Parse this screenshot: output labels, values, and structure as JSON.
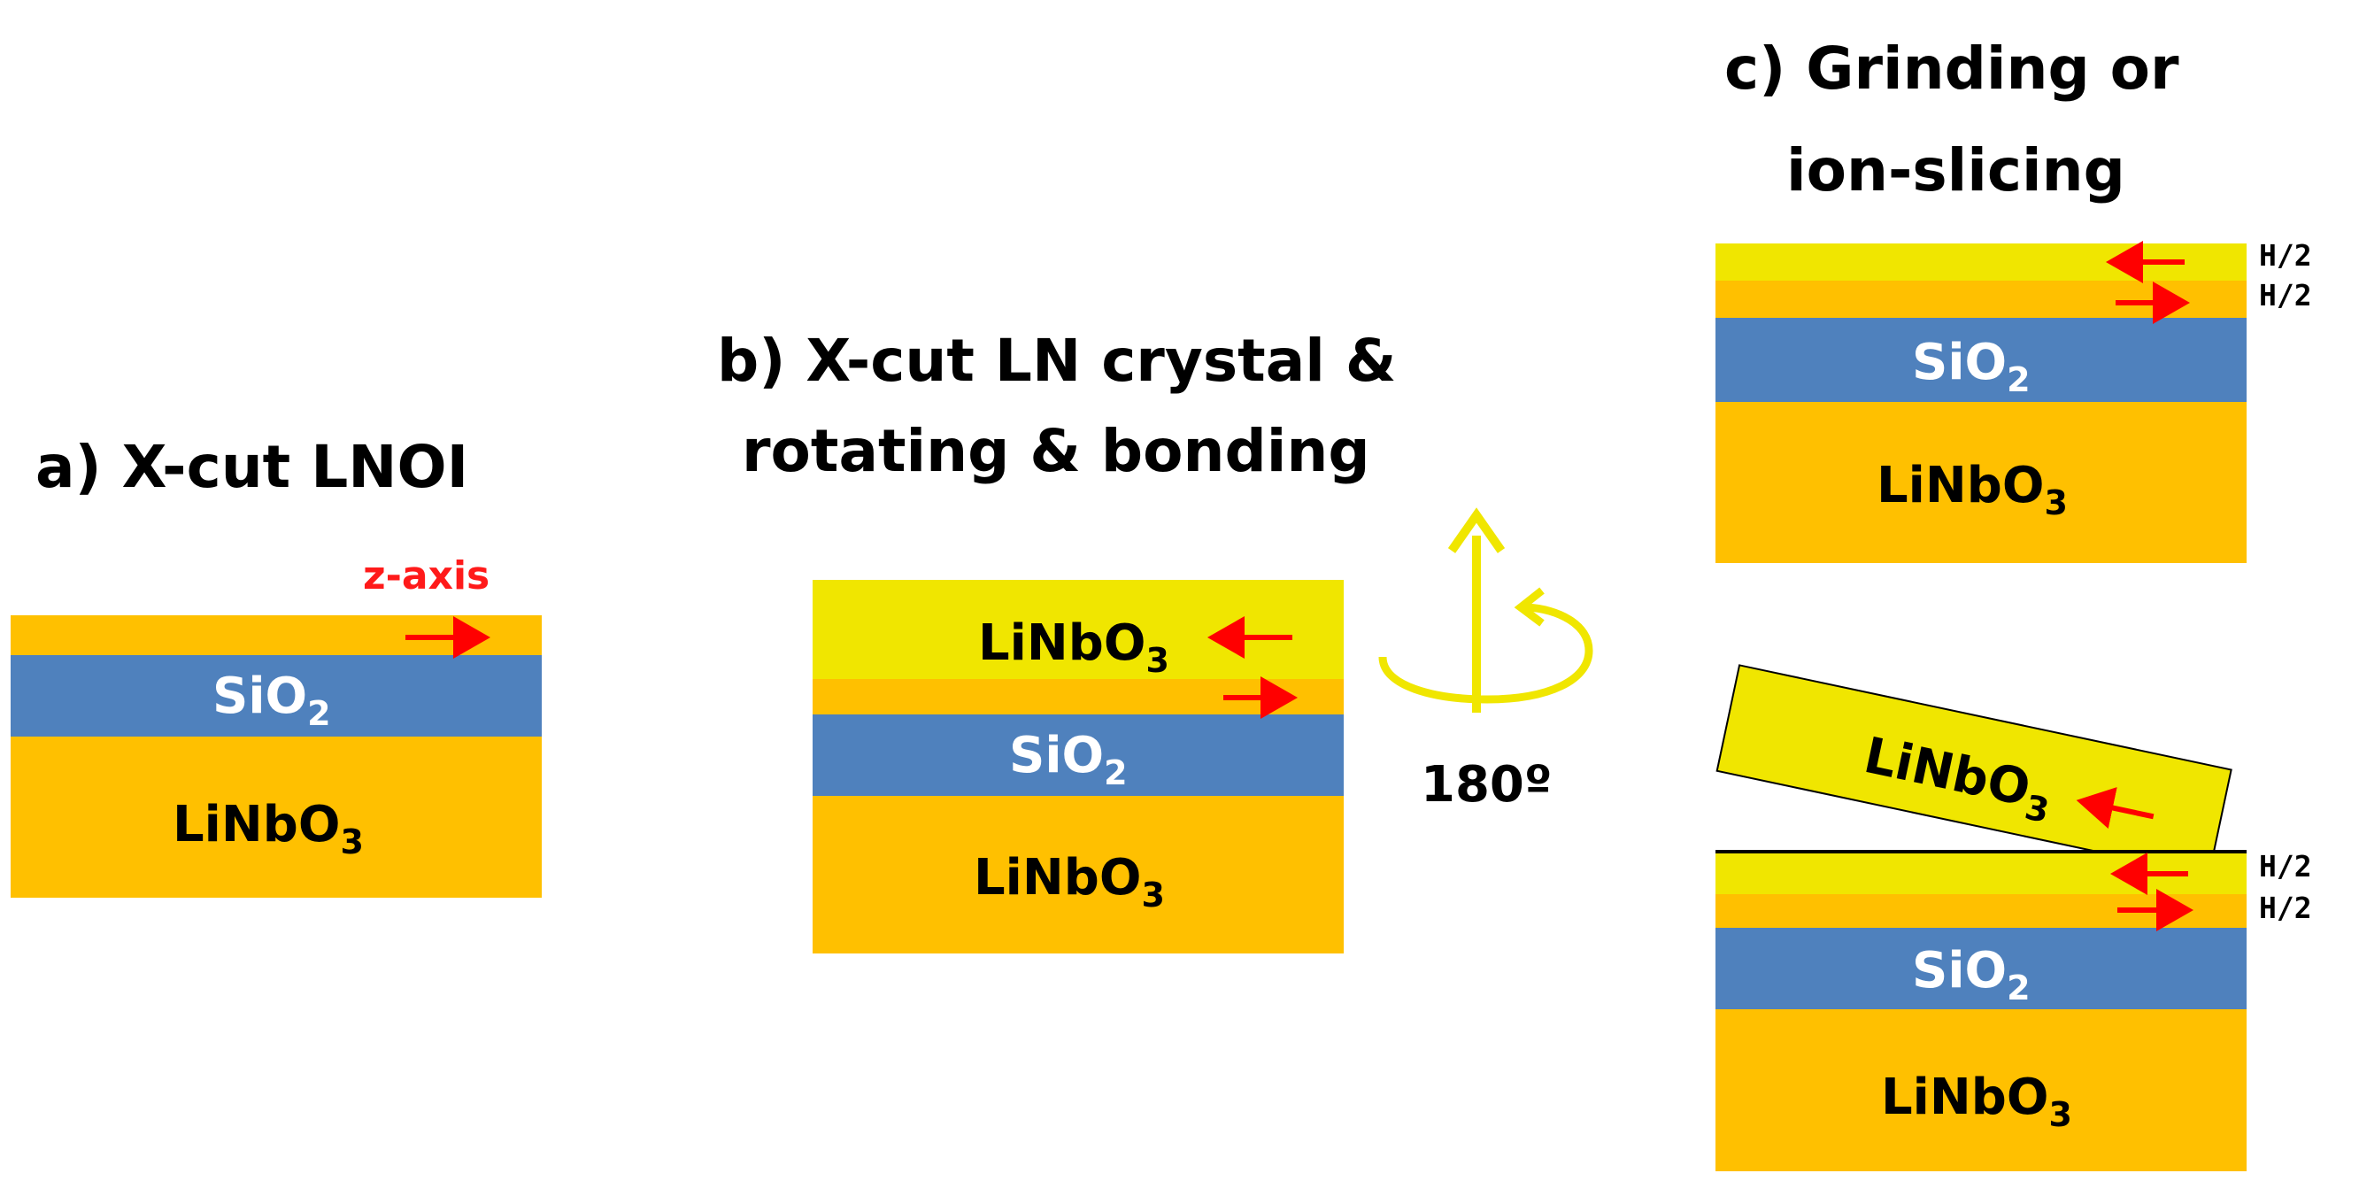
{
  "titles": {
    "a": "a) X-cut LNOI",
    "b_line1": "b) X-cut LN crystal &",
    "b_line2": "rotating & bonding",
    "c_line1": "c) Grinding or",
    "c_line2": "ion-slicing"
  },
  "labels": {
    "z_axis": "z-axis",
    "sio2_main": "SiO",
    "sio2_sub": "2",
    "linbo3_main": "LiNbO",
    "linbo3_sub": "3",
    "half": "H/2",
    "rotation_angle": "180º"
  },
  "colors": {
    "linbo3_substrate": "#FFC000",
    "linbo3_top_film": "#F0E600",
    "sio2": "#4F81BD",
    "arrow_polarization": "#FF0000",
    "rotation_arrow": "#F0E600"
  }
}
